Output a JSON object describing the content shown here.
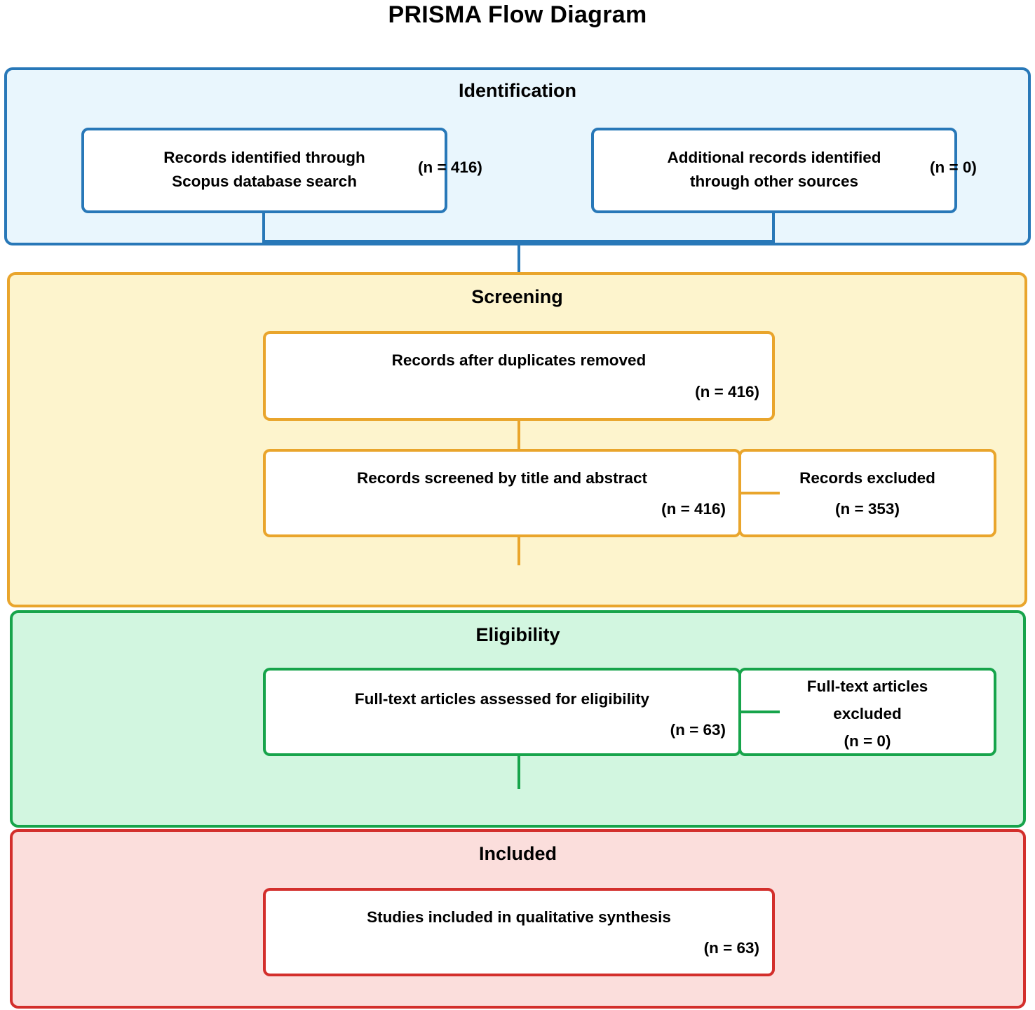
{
  "title": "PRISMA Flow Diagram",
  "colors": {
    "identification_border": "#2878b8",
    "identification_fill": "#e9f6fd",
    "screening_border": "#e9a52c",
    "screening_fill": "#fdf4cd",
    "eligibility_border": "#17a44b",
    "eligibility_fill": "#d2f6e0",
    "included_border": "#d32f2c",
    "included_fill": "#fbdedc",
    "text": "#000000"
  },
  "chart_data": {
    "type": "diagram",
    "title": "PRISMA Flow Diagram",
    "stages": [
      {
        "label": "Identification",
        "boxes": [
          {
            "text": "Records identified through Scopus database search",
            "n_label": "(n = 416)",
            "n": 416
          },
          {
            "text": "Additional records identified through other sources",
            "n_label": "(n = 0)",
            "n": 0
          }
        ]
      },
      {
        "label": "Screening",
        "boxes": [
          {
            "text": "Records after duplicates removed",
            "n_label": "(n = 416)",
            "n": 416
          },
          {
            "text": "Records screened by title and abstract",
            "n_label": "(n = 416)",
            "n": 416
          },
          {
            "text": "Records excluded",
            "n_label": "(n = 353)",
            "n": 353
          }
        ]
      },
      {
        "label": "Eligibility",
        "boxes": [
          {
            "text": "Full-text articles assessed for eligibility",
            "n_label": "(n = 63)",
            "n": 63
          },
          {
            "text": "Full-text articles excluded",
            "n_label": "(n = 0)",
            "n": 0
          }
        ]
      },
      {
        "label": "Included",
        "boxes": [
          {
            "text": "Studies included in qualitative synthesis",
            "n_label": "(n = 63)",
            "n": 63
          }
        ]
      }
    ]
  },
  "identification": {
    "title": "Identification",
    "records_db": {
      "line1": "Records identified through",
      "line2": "Scopus database search",
      "n": "(n = 416)"
    },
    "records_other": {
      "line1": "Additional records identified",
      "line2": "through other sources",
      "n": "(n = 0)"
    }
  },
  "screening": {
    "title": "Screening",
    "duplicates": {
      "line1": "Records after duplicates removed",
      "n": "(n = 416)"
    },
    "screened": {
      "line1": "Records screened by title and abstract",
      "n": "(n = 416)"
    },
    "excluded": {
      "line1": "Records excluded",
      "n": "(n = 353)"
    }
  },
  "eligibility": {
    "title": "Eligibility",
    "assessed": {
      "line1": "Full-text articles assessed for eligibility",
      "n": "(n = 63)"
    },
    "excluded": {
      "line1": "Full-text articles",
      "line2": "excluded",
      "n": "(n = 0)"
    }
  },
  "included": {
    "title": "Included",
    "synthesis": {
      "line1": "Studies included in qualitative synthesis",
      "n": "(n = 63)"
    }
  }
}
